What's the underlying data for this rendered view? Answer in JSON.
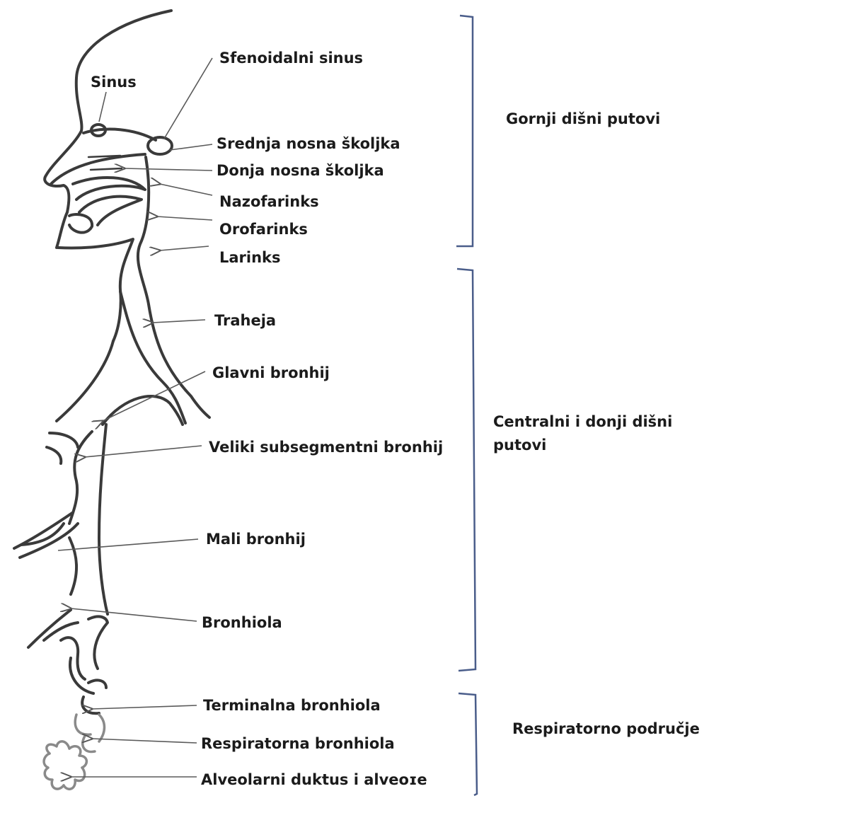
{
  "labels": {
    "sinus": "Sinus",
    "sfenoidalni_sinus": "Sfenoidalni sinus",
    "srednja_nosna_skoljka": "Srednja nosna školjka",
    "donja_nosna_skoljka": "Donja nosna školjka",
    "nazofarinks": "Nazofarinks",
    "orofarinks": "Orofarinks",
    "larinks": "Larinks",
    "traheja": "Traheja",
    "glavni_bronhij": "Glavni bronhij",
    "veliki_subsegmentni_bronhij": "Veliki subsegmentni bronhij",
    "mali_bronhij": "Mali bronhij",
    "bronhiola": "Bronhiola",
    "terminalna_bronhiola": "Terminalna bronhiola",
    "respiratorna_bronhiola": "Respiratorna bronhiola",
    "alveolarni_duktus": "Alveolarni duktus i alveoɪe"
  },
  "groups": {
    "gornji": "Gornji dišni putovi",
    "centralni": "Centralni i donji dišni putovi",
    "respiratorno": "Respiratorno područje"
  },
  "colors": {
    "ink": "#3a3a3a",
    "bracket": "#4a5d8a",
    "text": "#1b1b1b"
  }
}
